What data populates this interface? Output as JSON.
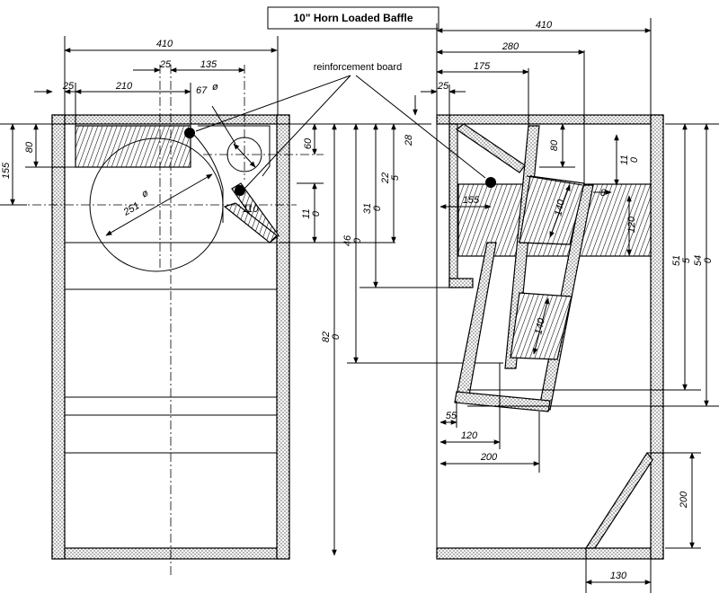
{
  "title": "10\" Horn Loaded Baffle",
  "annotation": "reinforcement board",
  "front_view": {
    "dims": {
      "overall_width": "410",
      "offset_25": "25",
      "horn_135": "135",
      "left_margin_25": "25",
      "board_210": "210",
      "phi_67": "67",
      "phi_symbol": "ø",
      "phi_251": "251",
      "horn_110": "110",
      "h_80": "80",
      "h_155": "155",
      "h_60": "60",
      "h_110": "11\n0",
      "h_310": "31\n0",
      "h_460": "46\n0",
      "h_820": "82\n0",
      "h_225": "22\n5"
    }
  },
  "side_view": {
    "dims": {
      "overall_width": "410",
      "w_280": "280",
      "w_175": "175",
      "w_25": "25",
      "h_28": "28",
      "h_80": "80",
      "h_110": "11\n0",
      "w_155": "155",
      "h_515": "51\n5",
      "h_540": "54\n0",
      "w_55": "55",
      "w_120": "120",
      "w_200": "200",
      "h_200": "200",
      "w_130": "130",
      "slot_140a": "140",
      "slot_120": "120",
      "slot_140b": "140",
      "small_8": "8"
    }
  }
}
